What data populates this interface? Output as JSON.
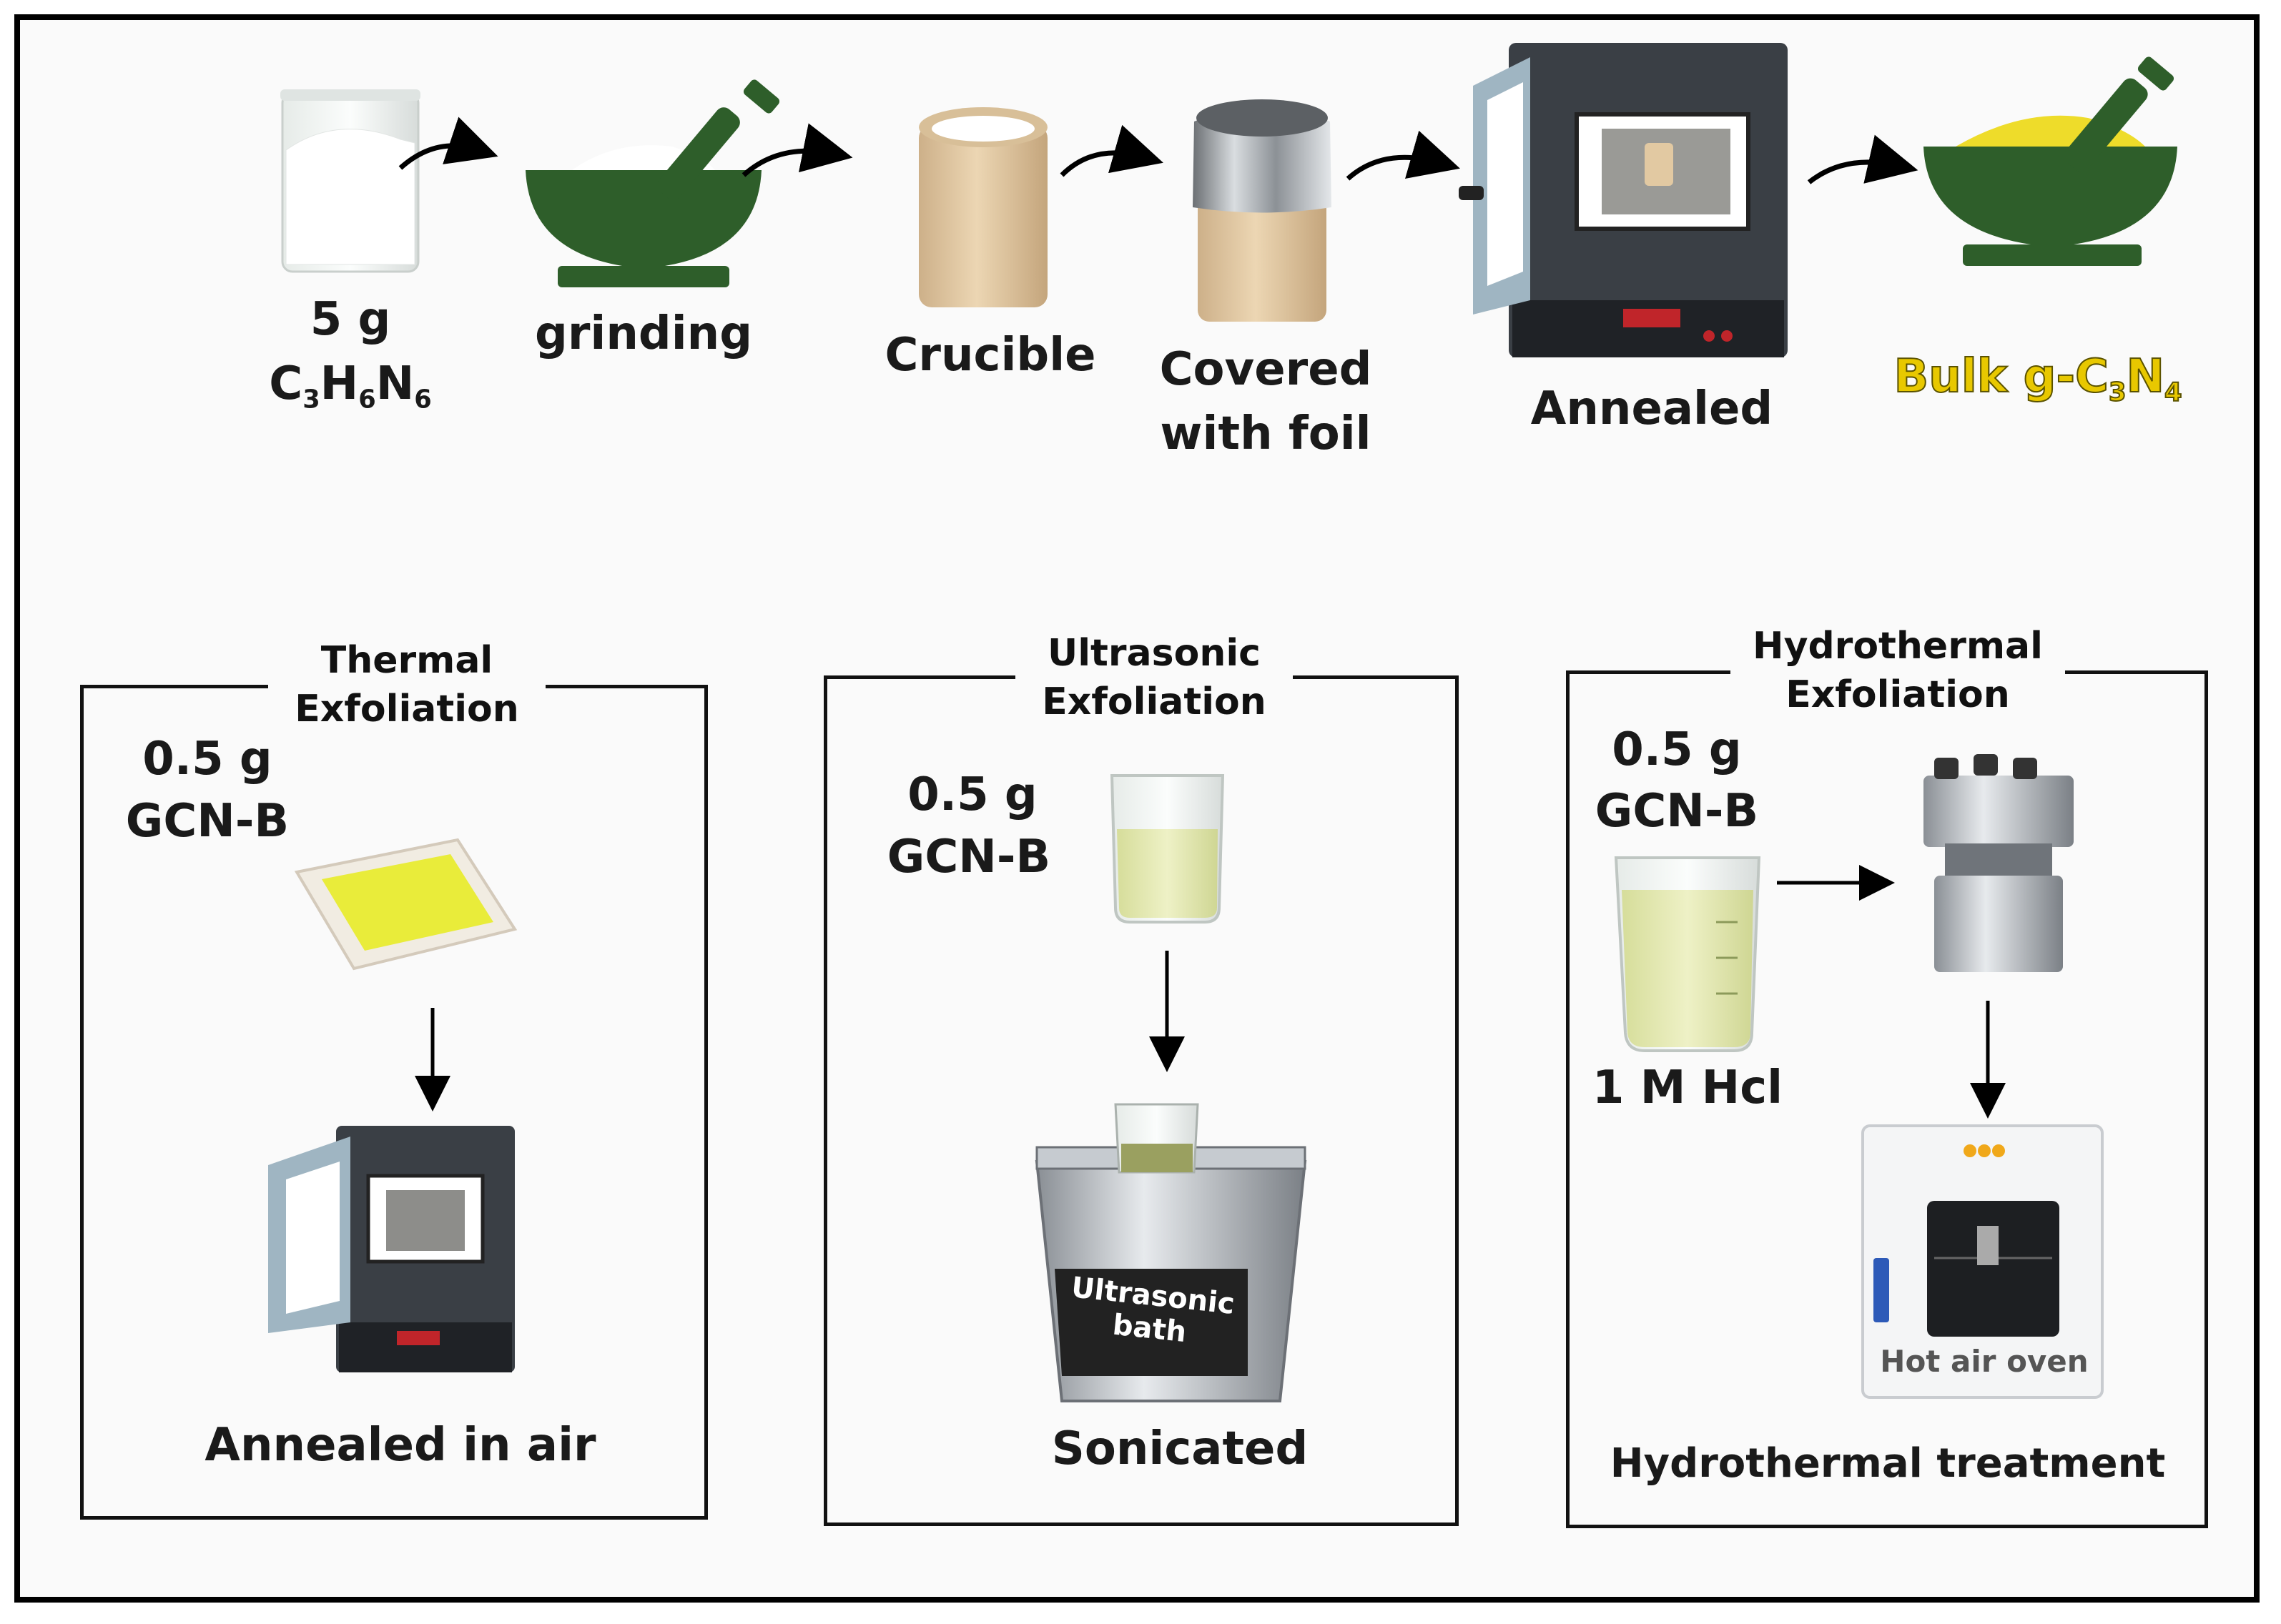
{
  "top_row": {
    "step1": {
      "amount": "5 g",
      "compound": {
        "c": "C",
        "c_n": "3",
        "h": "H",
        "h_n": "6",
        "n": "N",
        "n_n": "6"
      }
    },
    "step2": {
      "label": "grinding"
    },
    "step3": {
      "label": "Crucible"
    },
    "step4": {
      "line1": "Covered",
      "line2": "with foil"
    },
    "step5": {
      "label": "Annealed"
    },
    "step6": {
      "prefix": "Bulk g-C",
      "c_n": "3",
      "n": "N",
      "n_n": "4"
    }
  },
  "panels": {
    "thermal": {
      "title_line1": "Thermal",
      "title_line2": "Exfoliation",
      "amount": "0.5 g",
      "sample": "GCN-B",
      "result": "Annealed in air"
    },
    "ultrasonic": {
      "title_line1": "Ultrasonic",
      "title_line2": "Exfoliation",
      "amount": "0.5 g",
      "sample": "GCN-B",
      "bath_line1": "Ultrasonic",
      "bath_line2": "bath",
      "result": "Sonicated"
    },
    "hydrothermal": {
      "title_line1": "Hydrothermal",
      "title_line2": "Exfoliation",
      "amount": "0.5 g",
      "sample": "GCN-B",
      "solution": "1 M Hcl",
      "oven_label": "Hot air oven",
      "result": "Hydrothermal treatment"
    }
  },
  "colors": {
    "mortar": "#2e5e2a",
    "bulk_text": "#e8c800",
    "crucible": "#e2c9a2",
    "furnace": "#3a3f45"
  }
}
